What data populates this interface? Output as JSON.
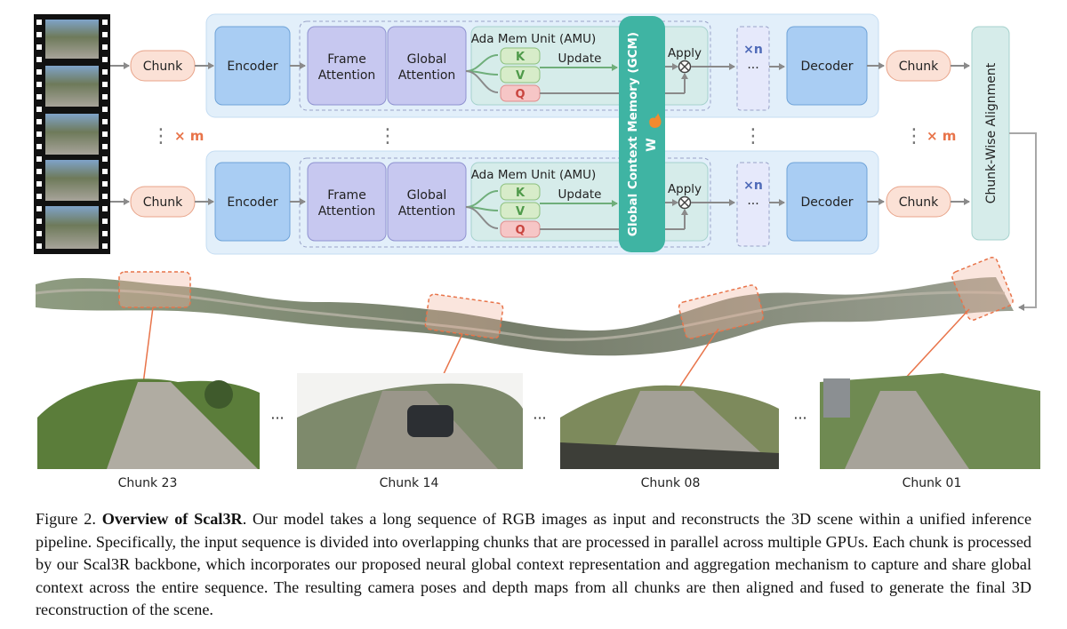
{
  "pipeline": {
    "chunk_label": "Chunk",
    "encoder_label": "Encoder",
    "frame_attention_label": "Frame Attention",
    "global_attention_label": "Global Attention",
    "amu_title": "Ada Mem Unit (AMU)",
    "k_label": "K",
    "v_label": "V",
    "q_label": "Q",
    "update_label": "Update",
    "apply_label": "Apply",
    "repeat_n": "×n",
    "repeat_m": "× m",
    "decoder_label": "Decoder",
    "gcm_label": "Global Context Memory (GCM)",
    "gcm_weight": "W",
    "alignment_label": "Chunk-Wise Alignment",
    "ellipsis": "⋮",
    "dots": "···"
  },
  "colors": {
    "chunk_fill": "#fbe1d6",
    "chunk_stroke": "#e8a48a",
    "encoder_fill": "#a9cdf3",
    "attention_fill": "#c7c8f0",
    "amu_fill": "#d6ecea",
    "gcm_fill": "#3fb4a3",
    "panel_fill": "#e2effa",
    "k_fill": "#d7ecc9",
    "q_fill": "#f6c6c6",
    "accent_orange": "#e8744a",
    "accent_blue": "#4f6ab8"
  },
  "reconstruction": {
    "chunk_captions": [
      "Chunk 23",
      "Chunk 14",
      "Chunk 08",
      "Chunk 01"
    ],
    "separator": "···"
  },
  "caption": {
    "prefix": "Figure 2.",
    "title": "Overview of Scal3R",
    "body": ". Our model takes a long sequence of RGB images as input and reconstructs the 3D scene within a unified inference pipeline. Specifically, the input sequence is divided into overlapping chunks that are processed in parallel across multiple GPUs. Each chunk is processed by our Scal3R backbone, which incorporates our proposed neural global context representation and aggregation mechanism to capture and share global context across the entire sequence. The resulting camera poses and depth maps from all chunks are then aligned and fused to generate the final 3D reconstruction of the scene."
  }
}
